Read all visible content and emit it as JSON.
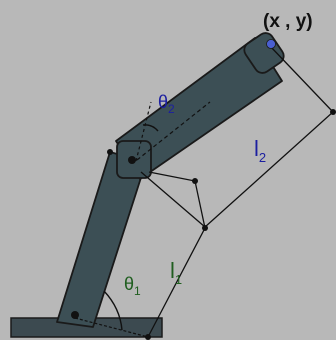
{
  "diagram": {
    "labels": {
      "endpoint": "(x , y)",
      "theta1": "θ",
      "theta1_sub": "1",
      "theta2": "θ",
      "theta2_sub": "2",
      "l1": "l",
      "l1_sub": "1",
      "l2": "l",
      "l2_sub": "2"
    },
    "colors": {
      "background": "#b8b8b8",
      "link": "#3c4f55",
      "link_outline": "#1a1a1a",
      "base": "#3c4a50",
      "line": "#111111",
      "theta1_label": "#1f5e1f",
      "l1_label": "#1f5e1f",
      "theta2_label": "#1c1fa0",
      "l2_label": "#1c1fa0",
      "endpoint_marker": "#4a5fd0",
      "endpoint_label": "#111111"
    }
  }
}
